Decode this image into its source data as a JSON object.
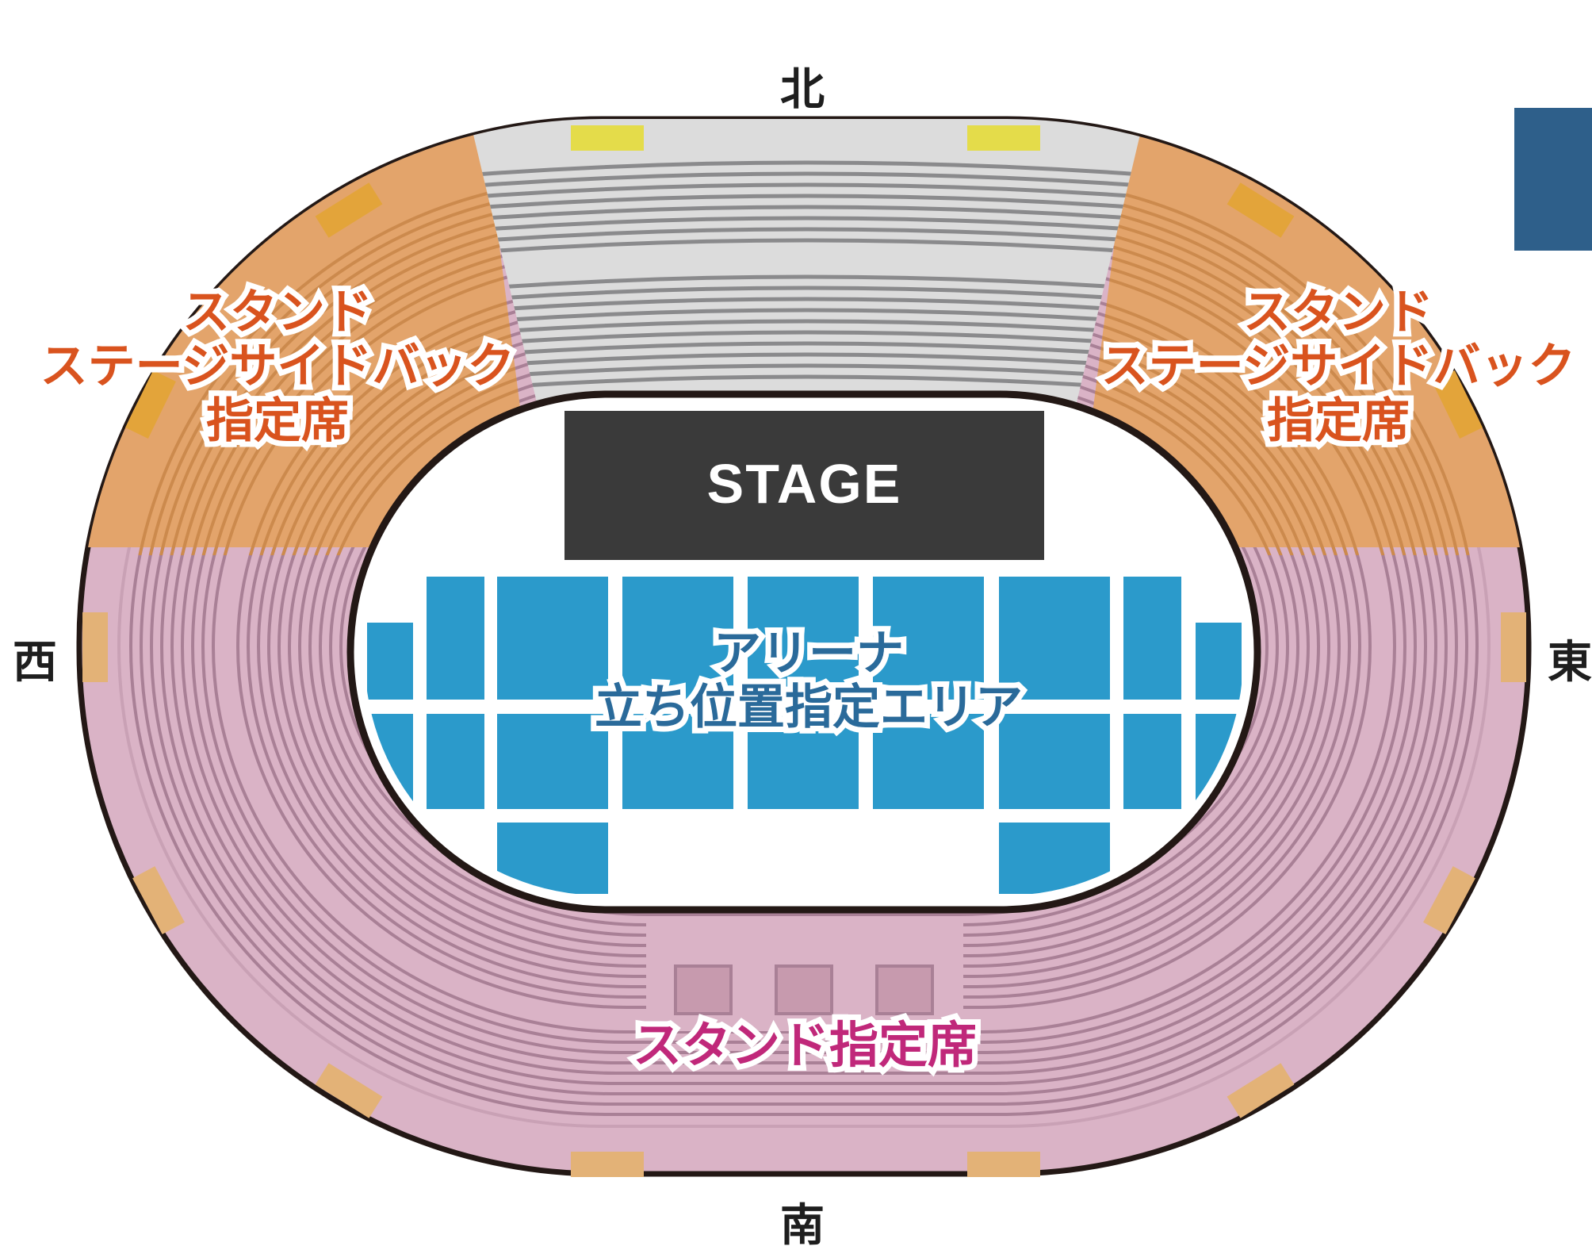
{
  "compass": {
    "north": "北",
    "west": "西",
    "east": "東",
    "south": "南"
  },
  "stage": {
    "label": "STAGE"
  },
  "sections": {
    "stand_side_back_left": [
      "スタンド",
      "ステージサイドバック",
      "指定席"
    ],
    "stand_side_back_right": [
      "スタンド",
      "ステージサイドバック",
      "指定席"
    ],
    "arena": [
      "アリーナ",
      "立ち位置指定エリア"
    ],
    "stand": "スタンド指定席"
  },
  "colors": {
    "stand": "#dab3c6",
    "stand_rows": "#a98096",
    "side_back": "#e3a46b",
    "side_back_rows": "#cc8a4d",
    "north_stand": "#dcdcdc",
    "north_rows": "#8a8a8c",
    "arena_blocks": "#2b9acb",
    "stage": "#3a3a3a",
    "gate_marker": "#e3b277",
    "north_gate": "#e4dc4a",
    "legend_panel": "#2e5f8a"
  }
}
